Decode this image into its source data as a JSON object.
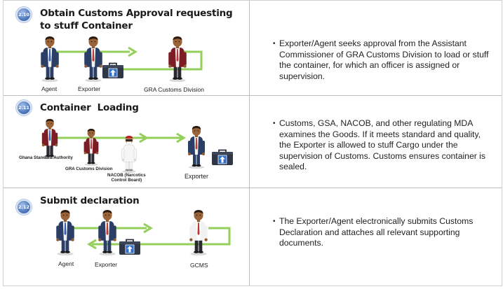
{
  "steps": [
    {
      "number": "2.10",
      "title_line1": "Obtain Customs Approval requesting",
      "title_line2": "to stuff Container",
      "description": "Exporter/Agent seeks approval from the Assistant Commissioner of GRA Customs Division to load or stuff the container, for which an officer is assigned or supervision.",
      "actors": [
        "Agent",
        "Exporter",
        "GRA Customs Division"
      ]
    },
    {
      "number": "2.11",
      "title_line1": "Container  Loading",
      "description": "Customs, GSA, NACOB, and other regulating MDA examines the Goods. If it meets standard and quality, the Exporter is allowed to stuff Cargo under the supervision of Customs. Customs ensures container is sealed.",
      "actors": [
        "Ghana Standard Authority",
        "GRA Customs Division",
        "NACOB (Narcotics",
        "Control Board)",
        "Exporter"
      ]
    },
    {
      "number": "2.12",
      "title_line1": "Submit declaration",
      "description": "The Exporter/Agent electronically submits Customs Declaration and attaches all relevant supporting documents.",
      "actors": [
        "Agent",
        "Exporter",
        "GCMS"
      ]
    }
  ],
  "colors": {
    "arrow": "#93cf5a",
    "badge": "#4f79bd",
    "border": "#bdbdbd"
  },
  "icons": [
    "person-agent-icon",
    "person-exporter-icon",
    "person-official-icon",
    "person-inspector-icon",
    "briefcase-icon",
    "arrow-right-icon",
    "arrow-left-icon"
  ]
}
